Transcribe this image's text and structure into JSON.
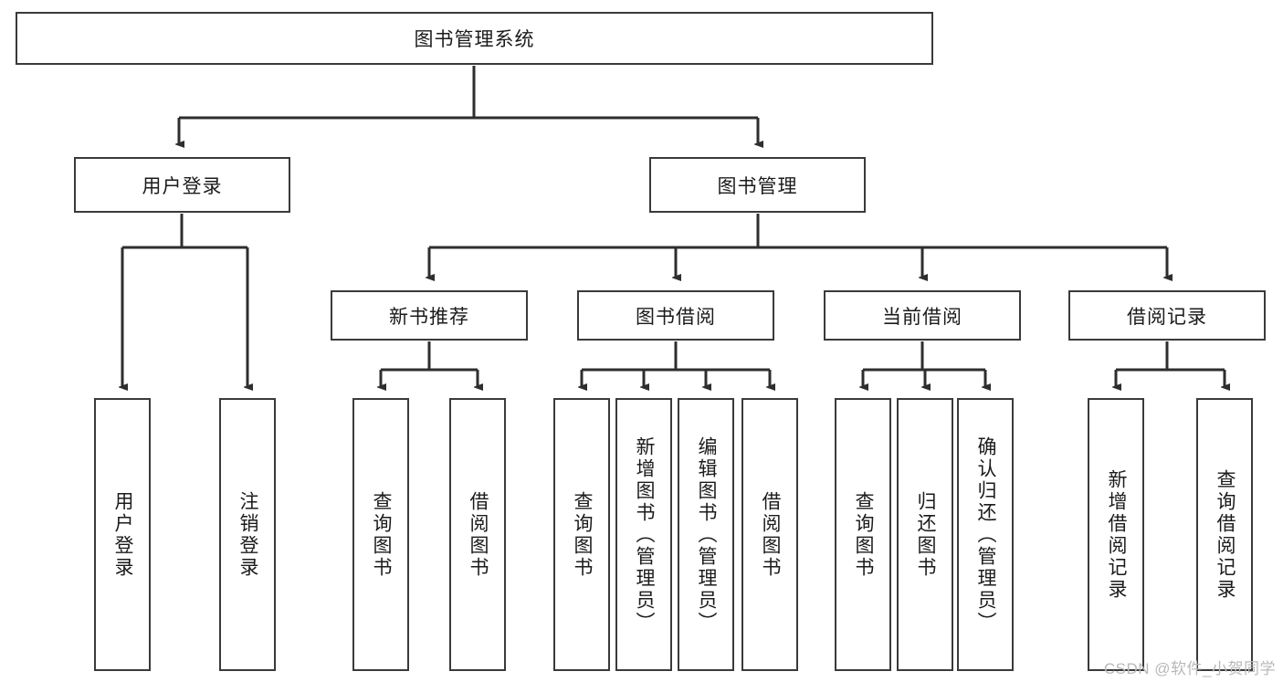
{
  "diagram": {
    "title": "图书管理系统",
    "type": "tree-hierarchy",
    "colors": {
      "border": "#3a3a3a",
      "background": "#ffffff",
      "text": "#1b1b1b",
      "watermark": "#b9b9b9"
    },
    "root": {
      "label": "图书管理系统"
    },
    "level2": [
      {
        "label": "用户登录"
      },
      {
        "label": "图书管理"
      }
    ],
    "level3": [
      {
        "label": "新书推荐"
      },
      {
        "label": "图书借阅"
      },
      {
        "label": "当前借阅"
      },
      {
        "label": "借阅记录"
      }
    ],
    "leaves": {
      "user_login": [
        {
          "label": "用户登录"
        },
        {
          "label": "注销登录"
        }
      ],
      "new_book_recommend": [
        {
          "label": "查询图书"
        },
        {
          "label": "借阅图书"
        }
      ],
      "book_borrow": [
        {
          "label": "查询图书"
        },
        {
          "label": "新增图书（管理员）"
        },
        {
          "label": "编辑图书（管理员）"
        },
        {
          "label": "借阅图书"
        }
      ],
      "current_borrow": [
        {
          "label": "查询图书"
        },
        {
          "label": "归还图书"
        },
        {
          "label": "确认归还（管理员）"
        }
      ],
      "borrow_record": [
        {
          "label": "新增借阅记录"
        },
        {
          "label": "查询借阅记录"
        }
      ]
    },
    "watermark": "CSDN @软件_小贺同学"
  }
}
